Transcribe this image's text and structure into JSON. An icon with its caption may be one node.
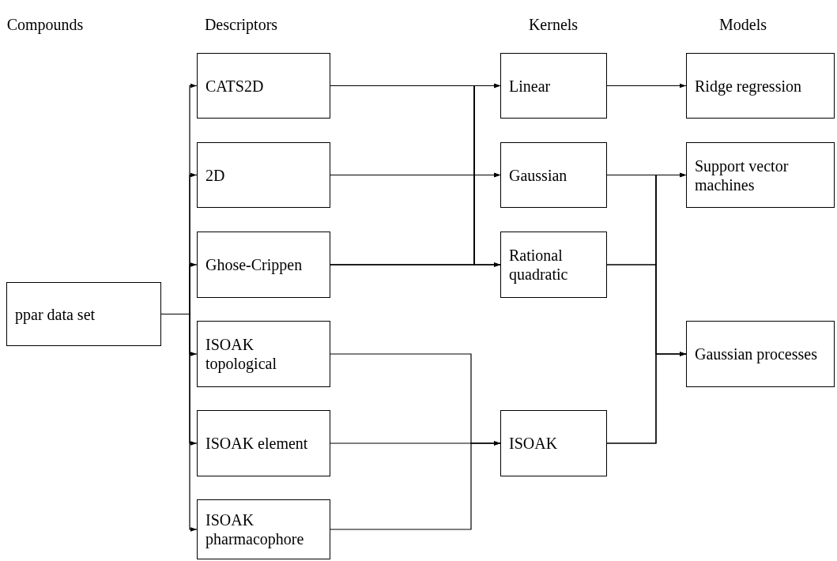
{
  "diagram": {
    "nodes": [
      {
        "text": [
          "ppar data set"
        ]
      },
      {
        "text": [
          "CATS2D"
        ]
      },
      {
        "text": [
          "2D"
        ]
      },
      {
        "text": [
          "Ghose-Crippen"
        ]
      },
      {
        "text": [
          "ISOAK topological"
        ]
      },
      {
        "text": [
          "ISOAK element"
        ]
      },
      {
        "text": [
          "ISOAK pharmacophore"
        ]
      },
      {
        "text": [
          "Linear"
        ]
      },
      {
        "text": [
          "Gaussian"
        ]
      },
      {
        "text": [
          "Rational quadratic"
        ]
      },
      {
        "text": [
          "ISOAK"
        ]
      },
      {
        "text": [
          "Ridge regression"
        ]
      },
      {
        "text": [
          "Support vector machines"
        ]
      },
      {
        "text": [
          "Gaussian processes"
        ]
      }
    ],
    "edges": [
      {
        "from": 0,
        "to": 1,
        "arrow": "to"
      },
      {
        "from": 0,
        "to": 2,
        "arrow": "to"
      },
      {
        "from": 0,
        "to": 3,
        "arrow": "to"
      },
      {
        "from": 0,
        "to": 4,
        "arrow": "to"
      },
      {
        "from": 0,
        "to": 5,
        "arrow": "to"
      },
      {
        "from": 0,
        "to": 6,
        "arrow": "to"
      },
      {
        "from": 1,
        "to": 7,
        "arrow": "to"
      },
      {
        "from": 1,
        "to": 8,
        "arrow": "to"
      },
      {
        "from": 1,
        "to": 9,
        "arrow": "to"
      },
      {
        "from": 2,
        "to": 7,
        "arrow": "to"
      },
      {
        "from": 2,
        "to": 8,
        "arrow": "to"
      },
      {
        "from": 2,
        "to": 9,
        "arrow": "to"
      },
      {
        "from": 3,
        "to": 7,
        "arrow": "to"
      },
      {
        "from": 3,
        "to": 8,
        "arrow": "to"
      },
      {
        "from": 3,
        "to": 9,
        "arrow": "to"
      },
      {
        "from": 4,
        "to": 10,
        "arrow": "to"
      },
      {
        "from": 5,
        "to": 10,
        "arrow": "to"
      },
      {
        "from": 6,
        "to": 10,
        "arrow": "to"
      },
      {
        "from": 7,
        "to": 11,
        "arrow": "to"
      },
      {
        "from": 8,
        "to": 12,
        "arrow": "to"
      },
      {
        "from": 8,
        "to": 13,
        "arrow": "to"
      },
      {
        "from": 9,
        "to": 12,
        "arrow": "to"
      },
      {
        "from": 9,
        "to": 13,
        "arrow": "to"
      },
      {
        "from": 10,
        "to": 12,
        "arrow": "to"
      },
      {
        "from": 10,
        "to": 13,
        "arrow": "to"
      }
    ],
    "labels": [
      "Compounds",
      "Descriptors",
      "Kernels",
      "Models"
    ]
  }
}
